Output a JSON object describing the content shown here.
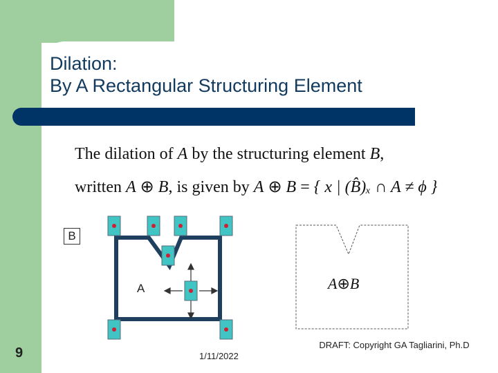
{
  "slide": {
    "title_line1": "Dilation:",
    "title_line2": "By A Rectangular Structuring Element",
    "number": "9",
    "date": "1/11/2022",
    "copyright": "DRAFT: Copyright GA Tagliarini, Ph.D"
  },
  "formula": {
    "line1": {
      "t1": "The dilation of ",
      "a": "A",
      "t2": " by the structuring element ",
      "b": "B",
      "t3": ","
    },
    "line2": {
      "t1": "written ",
      "a1": "A",
      "op1": " ⊕ ",
      "b1": "B",
      "t2": ", is given by ",
      "a2": "A",
      "op2": " ⊕ ",
      "b2": "B",
      "eq": " = ",
      "set": "{ x | (B̂)ₓ ∩ A ≠ ϕ }"
    }
  },
  "diagram": {
    "b_label": "B",
    "a_label": "A",
    "result": {
      "a": "A",
      "op": "⊕",
      "b": "B"
    }
  },
  "colors": {
    "green": "#9fcf9f",
    "navy": "#003366",
    "element_fill": "#40c4c4",
    "dot": "#cc2233",
    "shape": "#1f3f5f"
  }
}
